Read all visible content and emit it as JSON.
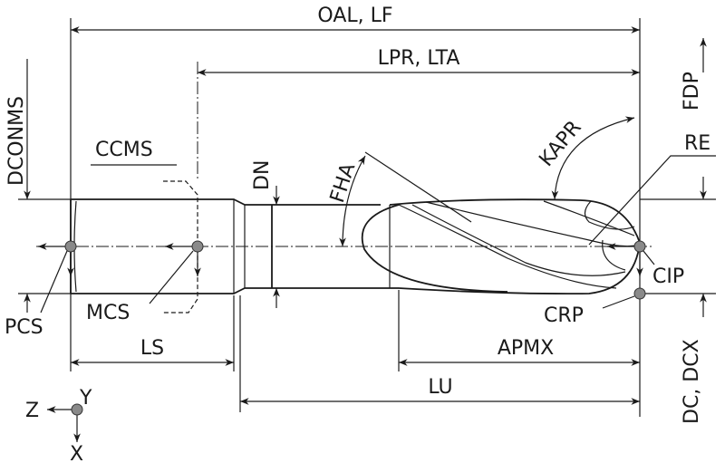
{
  "labels": {
    "oal": "OAL, LF",
    "lpr": "LPR, LTA",
    "dconms": "DCONMS",
    "ccms": "CCMS",
    "dn": "DN",
    "fha": "FHA",
    "kapr": "KAPR",
    "re": "RE",
    "fdp": "FDP",
    "cip": "CIP",
    "crp": "CRP",
    "pcs": "PCS",
    "mcs": "MCS",
    "ls": "LS",
    "apmx": "APMX",
    "lu": "LU",
    "dc": "DC, DCX",
    "axis_z": "Z",
    "axis_y": "Y",
    "axis_x": "X"
  },
  "colors": {
    "line": "#1a1a1a",
    "point": "#8a8a8a"
  }
}
